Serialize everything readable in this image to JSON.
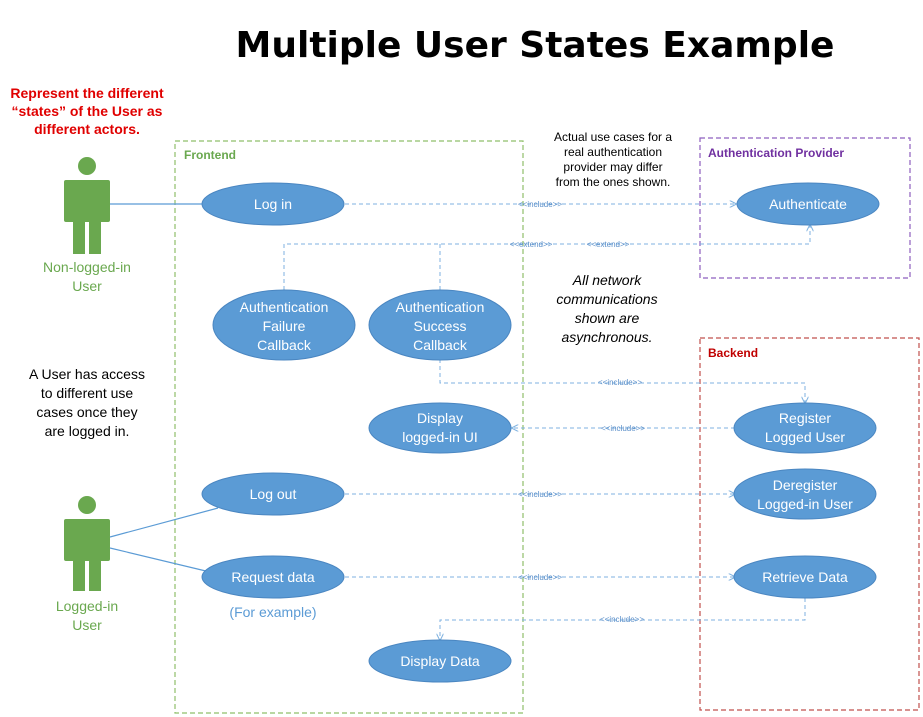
{
  "title": "Multiple User States Example",
  "notes": {
    "states": [
      "Represent the different",
      "“states” of the User as",
      "different actors."
    ],
    "access": [
      "A User has access",
      "to different use",
      "cases once they",
      "are logged in."
    ],
    "auth": [
      "Actual use cases for a",
      "real authentication",
      "provider may differ",
      "from the ones shown."
    ],
    "network": [
      "All network",
      "communications",
      "shown are",
      "asynchronous."
    ]
  },
  "actors": {
    "non_logged": [
      "Non-logged-in",
      "User"
    ],
    "logged": [
      "Logged-in",
      "User"
    ]
  },
  "boxes": {
    "frontend": "Frontend",
    "auth_provider": "Authentication Provider",
    "backend": "Backend"
  },
  "use_cases": {
    "login": [
      "Log in"
    ],
    "auth_failure": [
      "Authentication",
      "Failure",
      "Callback"
    ],
    "auth_success": [
      "Authentication",
      "Success",
      "Callback"
    ],
    "display_ui": [
      "Display",
      "logged-in UI"
    ],
    "logout": [
      "Log out"
    ],
    "request_data": [
      "Request data"
    ],
    "display_data": [
      "Display Data"
    ],
    "authenticate": [
      "Authenticate"
    ],
    "register": [
      "Register",
      "Logged User"
    ],
    "deregister": [
      "Deregister",
      "Logged-in User"
    ],
    "retrieve": [
      "Retrieve Data"
    ]
  },
  "for_example": "(For example)",
  "stereotypes": {
    "include": "<<include>>",
    "extend": "<<extend>>"
  },
  "colors": {
    "use_case": "#5b9bd5",
    "actor": "#6aa84f",
    "frontend_border": "#8fbf6a",
    "auth_border": "#8e5fbf",
    "backend_border": "#c0504d",
    "note_red": "#e00000"
  }
}
